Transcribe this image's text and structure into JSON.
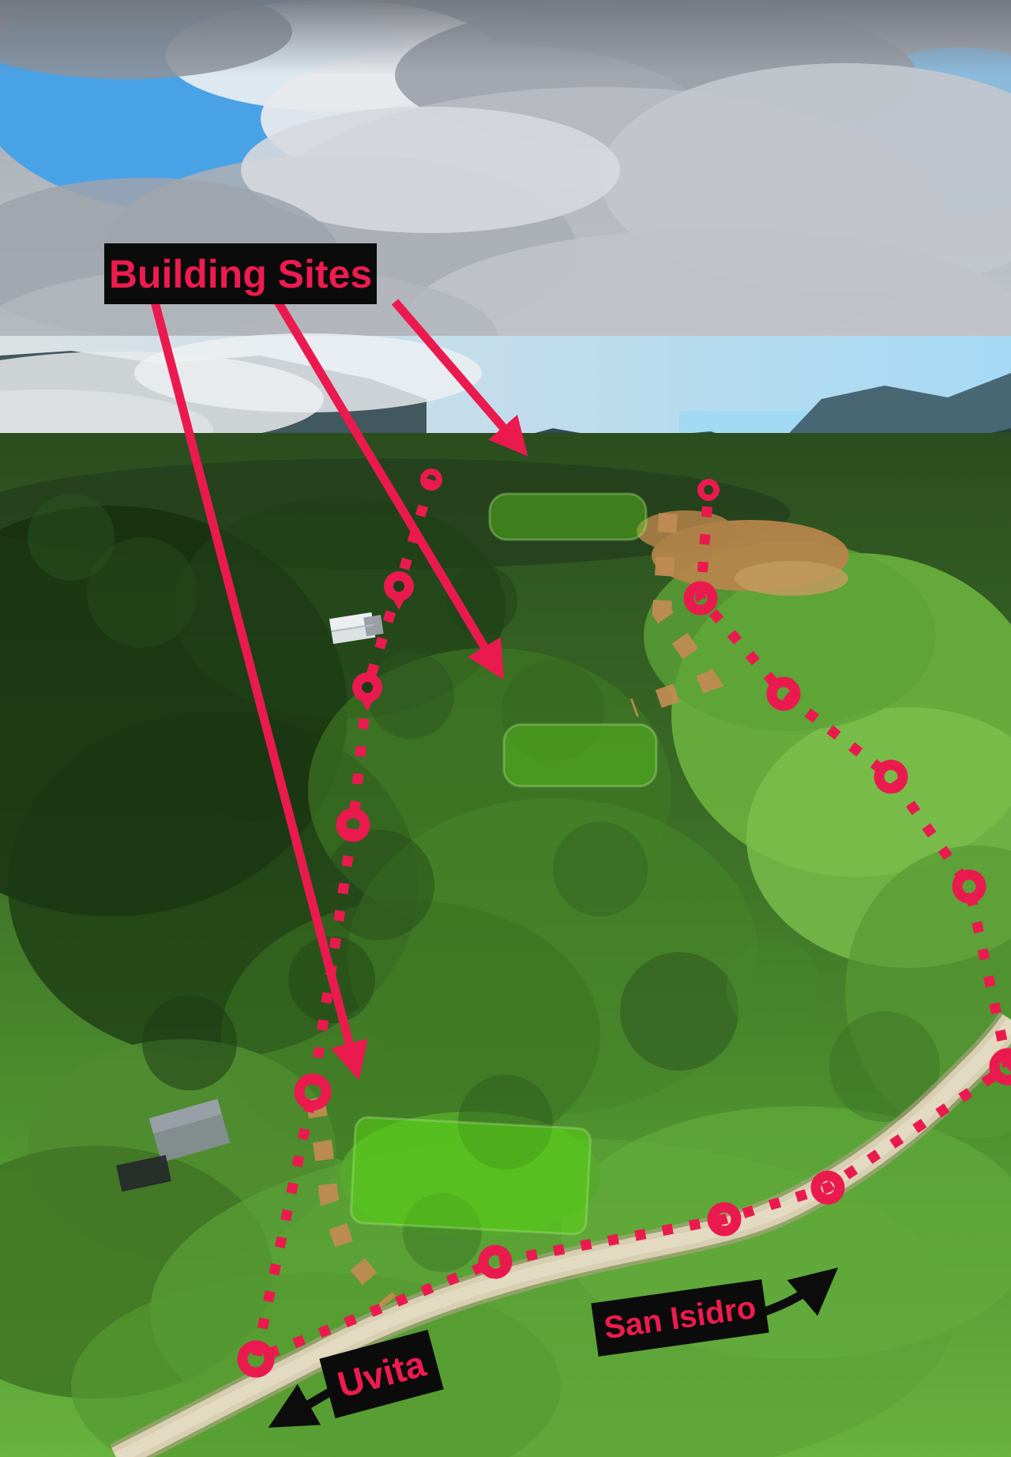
{
  "labels": {
    "building_sites": "Building Sites",
    "road_left": "Uvita",
    "road_right": "San Isidro"
  },
  "colors": {
    "accent": "#ea1a4f",
    "label_bg": "#0b0b0b",
    "label_text": "#ed1b4e",
    "trail_tan": "#c08b52",
    "site_green": "#57c01e",
    "arrow_black": "#0c0c0c"
  },
  "map": {
    "building_site_count": 3,
    "boundary_marker_count": 15,
    "boundary_style": "dotted",
    "trail_style": "dashed"
  }
}
